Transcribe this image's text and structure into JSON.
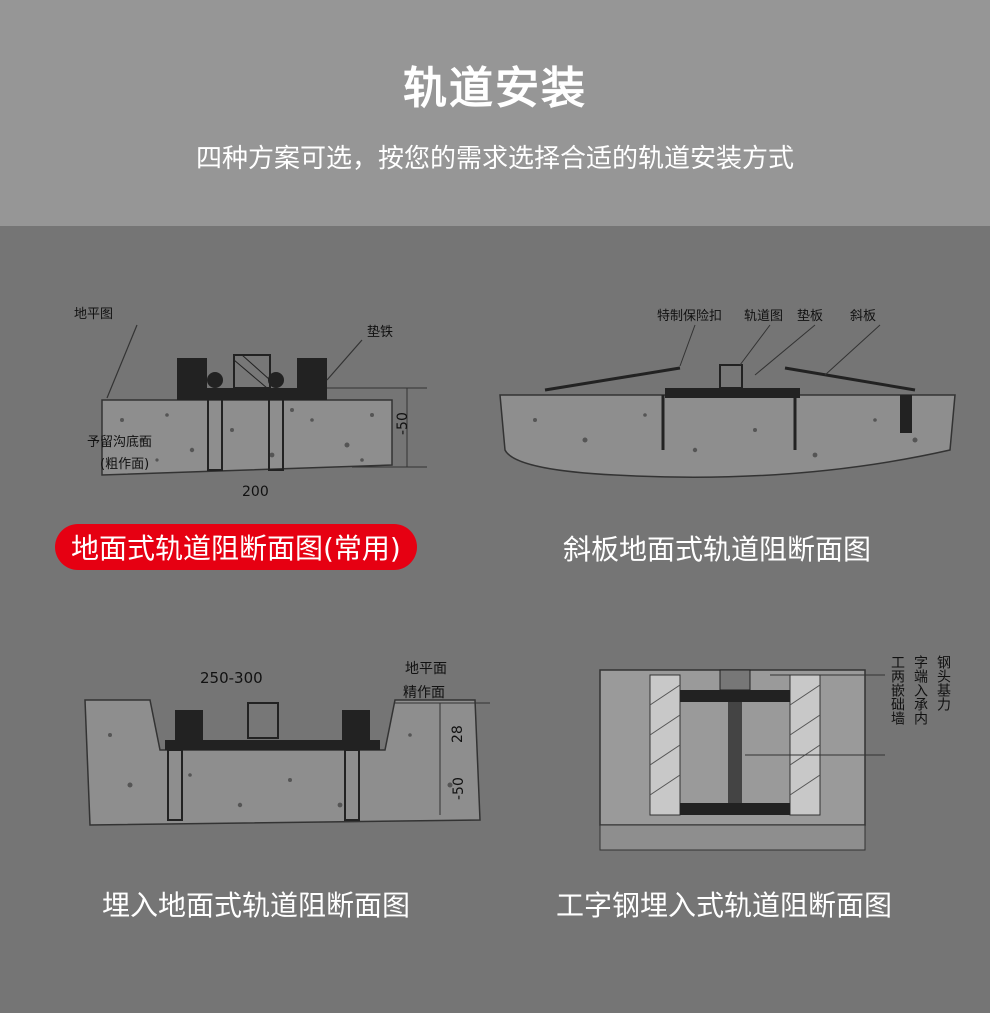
{
  "header": {
    "title": "轨道安装",
    "subtitle": "四种方案可选，按您的需求选择合适的轨道安装方式"
  },
  "panels": [
    {
      "caption": "地面式轨道阻断面图(常用)",
      "highlight": true,
      "labels": {
        "ground_plane": "地平图",
        "shim": "垫铁",
        "reserved_trench": "予留沟底面",
        "rough_surface": "(粗作面)",
        "width": "200",
        "depth": "-50"
      }
    },
    {
      "caption": "斜板地面式轨道阻断面图",
      "highlight": false,
      "labels": {
        "safety_clip": "特制保险扣",
        "rail_figure": "轨道图",
        "pad": "垫板",
        "ramp": "斜板"
      }
    },
    {
      "caption": "埋入地面式轨道阻断面图",
      "highlight": false,
      "labels": {
        "width": "250-300",
        "ground_plane": "地平面",
        "fine_surface": "精作面",
        "dim_28": "28",
        "dim_50": "-50"
      }
    },
    {
      "caption": "工字钢埋入式轨道阻断面图",
      "highlight": false,
      "labels": {
        "col1": "钢头基力",
        "col2": "字端入承内",
        "col3": "工两嵌础墙"
      }
    }
  ]
}
